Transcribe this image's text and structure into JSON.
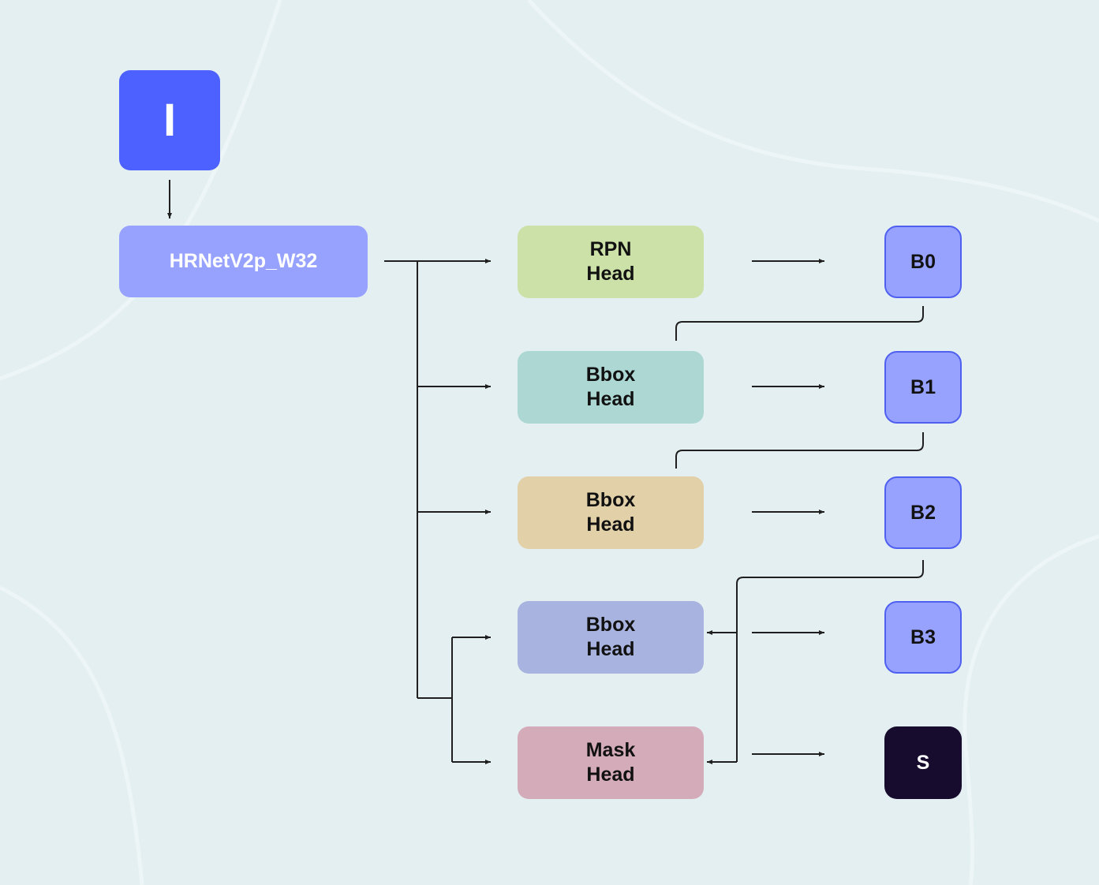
{
  "input_node": {
    "label": "I",
    "color": "#4c61ff"
  },
  "backbone": {
    "label": "HRNetV2p_W32",
    "color": "#97a2ff"
  },
  "heads": [
    {
      "label": "RPN\nHead",
      "color": "#cce1a8"
    },
    {
      "label": "Bbox\nHead",
      "color": "#acd7d3"
    },
    {
      "label": "Bbox\nHead",
      "color": "#e2d0a8"
    },
    {
      "label": "Bbox\nHead",
      "color": "#a8b3df"
    },
    {
      "label": "Mask\nHead",
      "color": "#d4abb9"
    }
  ],
  "outputs": [
    {
      "label": "B0"
    },
    {
      "label": "B1"
    },
    {
      "label": "B2"
    },
    {
      "label": "B3"
    },
    {
      "label": "S",
      "color": "#170c2e"
    }
  ],
  "colors": {
    "background": "#e4eff2",
    "line": "#1f1f1f",
    "output_fill": "#97a2ff",
    "output_border": "#4f60f0"
  }
}
